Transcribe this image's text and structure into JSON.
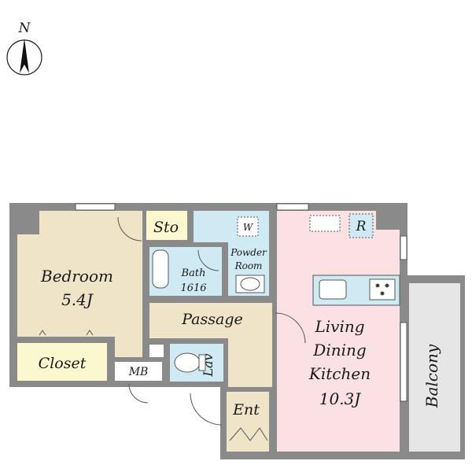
{
  "compass": {
    "label": "N"
  },
  "rooms": {
    "bedroom": {
      "name": "Bedroom",
      "size": "5.4J"
    },
    "closet": {
      "name": "Closet"
    },
    "mb": {
      "name": "MB"
    },
    "storage": {
      "name": "Sto"
    },
    "bath": {
      "name": "Bath",
      "size": "1616"
    },
    "powder": {
      "line1": "Powder",
      "line2": "Room",
      "washer": "W"
    },
    "passage": {
      "name": "Passage"
    },
    "lav": {
      "name": "Lav"
    },
    "entrance": {
      "name": "Ent"
    },
    "ldk": {
      "line1": "Living",
      "line2": "Dining",
      "line3": "Kitchen",
      "size": "10.3J",
      "fridge": "R"
    },
    "balcony": {
      "name": "Balcony"
    }
  },
  "colors": {
    "wall": "#8a8a8a",
    "bedroom": "#efe4c8",
    "passage": "#efe4c8",
    "closet": "#fbf8d0",
    "wet": "#cfeaf2",
    "ldk": "#fbe0e4",
    "balcony": "#e6e6e6"
  }
}
